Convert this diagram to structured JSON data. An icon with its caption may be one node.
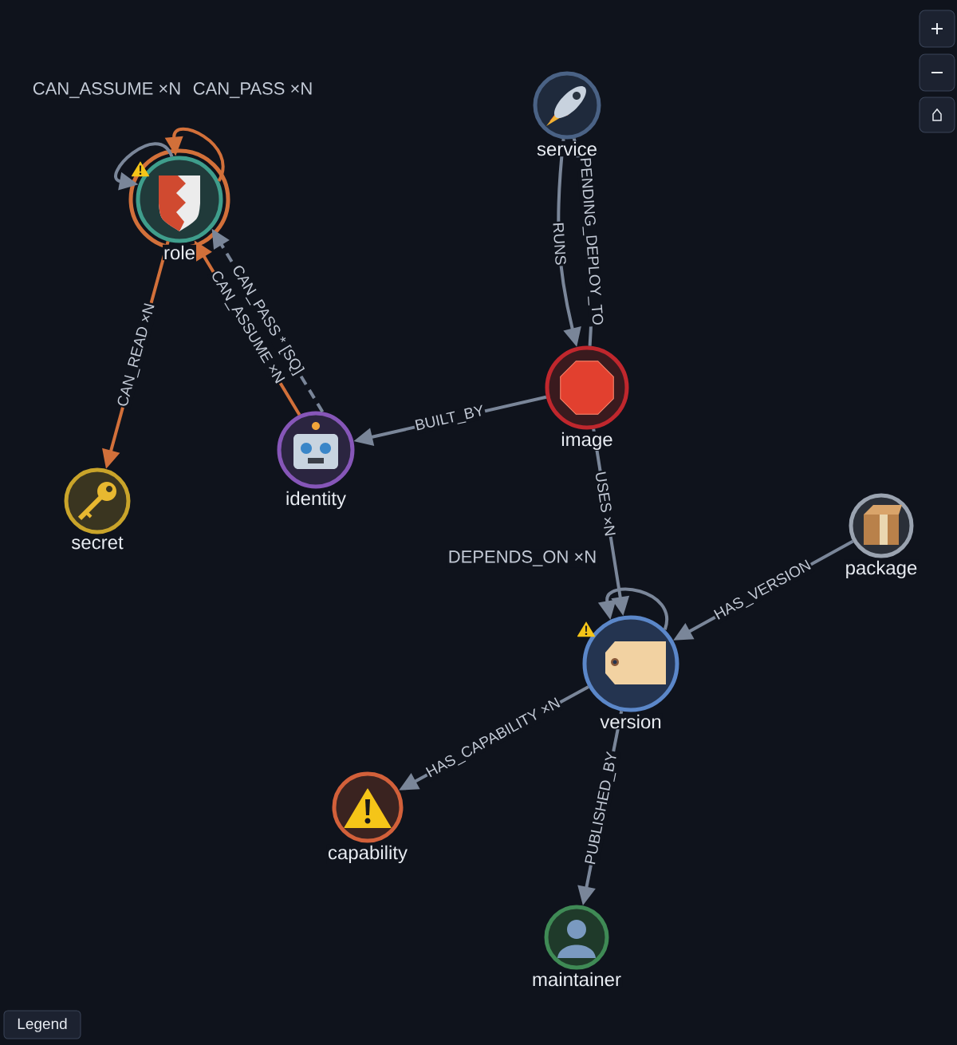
{
  "diagram": {
    "nodes": [
      {
        "text": [
          "role"
        ]
      },
      {
        "text": [
          "service"
        ]
      },
      {
        "text": [
          "image"
        ]
      },
      {
        "text": [
          "identity"
        ]
      },
      {
        "text": [
          "secret"
        ]
      },
      {
        "text": [
          "package"
        ]
      },
      {
        "text": [
          "version"
        ]
      },
      {
        "text": [
          "capability"
        ]
      },
      {
        "text": [
          "maintainer"
        ]
      }
    ],
    "edges": [
      {
        "from": 0,
        "to": 0,
        "arrow": "to",
        "label": "CAN_ASSUME ×N",
        "color": "#d2703a"
      },
      {
        "from": 0,
        "to": 0,
        "arrow": "to",
        "label": "CAN_PASS ×N"
      },
      {
        "from": 0,
        "to": 4,
        "arrow": "to",
        "label": "CAN_READ ×N",
        "color": "#d2703a"
      },
      {
        "from": 3,
        "to": 0,
        "arrow": "to",
        "label": "CAN_ASSUME ×N",
        "color": "#d2703a"
      },
      {
        "from": 3,
        "to": 0,
        "arrow": "to",
        "label": "CAN_PASS * [SQ]",
        "style": "dashed"
      },
      {
        "from": 1,
        "to": 2,
        "arrow": "to",
        "label": "RUNS"
      },
      {
        "from": 1,
        "to": 2,
        "arrow": "none",
        "label": "PENDING_DEPLOY_TO"
      },
      {
        "from": 2,
        "to": 3,
        "arrow": "to",
        "label": "BUILT_BY"
      },
      {
        "from": 2,
        "to": 6,
        "arrow": "to",
        "label": "USES ×N"
      },
      {
        "from": 6,
        "to": 6,
        "arrow": "to",
        "label": "DEPENDS_ON ×N"
      },
      {
        "from": 5,
        "to": 6,
        "arrow": "to",
        "label": "HAS_VERSION"
      },
      {
        "from": 6,
        "to": 7,
        "arrow": "to",
        "label": "HAS_CAPABILITY ×N"
      },
      {
        "from": 6,
        "to": 8,
        "arrow": "to",
        "label": "PUBLISHED_BY"
      }
    ],
    "labels": [
      "Legend"
    ]
  }
}
